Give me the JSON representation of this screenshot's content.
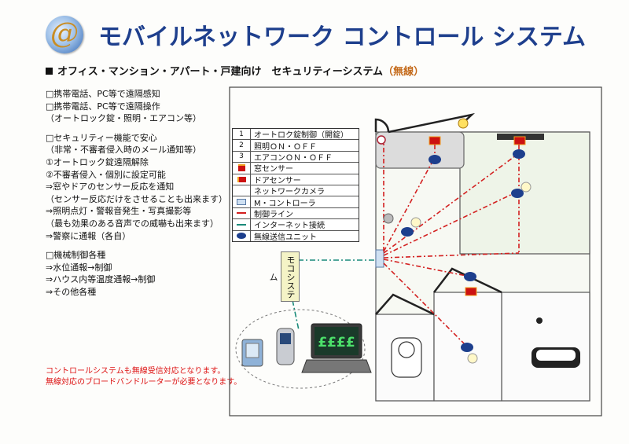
{
  "header": {
    "logo_char": "@",
    "title": "モバイルネットワーク コントロール システム",
    "subtitle_main": "オフィス・マンション・アパート・戸建向け　セキュリティーシステム",
    "subtitle_suffix": "（無線）"
  },
  "features": [
    "□携帯電話、PC等で遠隔感知",
    "□携帯電話、PC等で遠隔操作",
    "（オートロック錠・照明・エアコン等）",
    "",
    "□セキュリティー機能で安心",
    "（非常・不審者侵入時のメール通知等）",
    "①オートロック錠遠隔解除",
    "②不審者侵入・個別に設定可能",
    "⇒窓やドアのセンサー反応を通知",
    "（センサー反応だけをさせることも出来ます）",
    "⇒照明点灯・警報音発生・写真撮影等",
    "（最も効果のある音声での威嚇も出来ます）",
    "⇒警察に通報（各自）",
    "",
    "□機械制御各種",
    "⇒水位通報→制御",
    "⇒ハウス内等温度通報→制御",
    "⇒その他各種"
  ],
  "note": [
    "コントロールシステムも無線受信対応となります。",
    "無線対応のブロードバンドルーターが必要となります。"
  ],
  "legend": [
    {
      "marker": "1",
      "label": "オートロク錠制御（開錠）",
      "icon": "number"
    },
    {
      "marker": "2",
      "label": "照明ＯＮ・ＯＦＦ",
      "icon": "number"
    },
    {
      "marker": "3",
      "label": "エアコンＯＮ・ＯＦＦ",
      "icon": "number"
    },
    {
      "marker": "",
      "label": "窓センサー",
      "icon": "window-sensor-icon"
    },
    {
      "marker": "",
      "label": "ドアセンサー",
      "icon": "door-sensor-icon"
    },
    {
      "marker": "",
      "label": "ネットワークカメラ",
      "icon": "camera-icon"
    },
    {
      "marker": "",
      "label": "M・コントローラ",
      "icon": "controller-icon"
    },
    {
      "marker": "",
      "label": "制御ライン",
      "icon": "control-line-icon"
    },
    {
      "marker": "",
      "label": "インターネット接続",
      "icon": "internet-line-icon"
    },
    {
      "marker": "",
      "label": "無線送信ユニット",
      "icon": "wireless-unit-icon"
    }
  ],
  "controller_box_label": "モコシステム",
  "devices": [
    "pda-icon",
    "mobile-phone-icon",
    "laptop-icon"
  ],
  "laptop_screen_text": "££££",
  "colors": {
    "title_blue": "#1e3f8d",
    "accent_orange": "#c46a1a",
    "control_line_red": "#d32020",
    "internet_line_teal": "#1a8a7a",
    "wireless_unit_navy": "#1d3f8d",
    "floor_green_tint": "#eef4e8"
  }
}
